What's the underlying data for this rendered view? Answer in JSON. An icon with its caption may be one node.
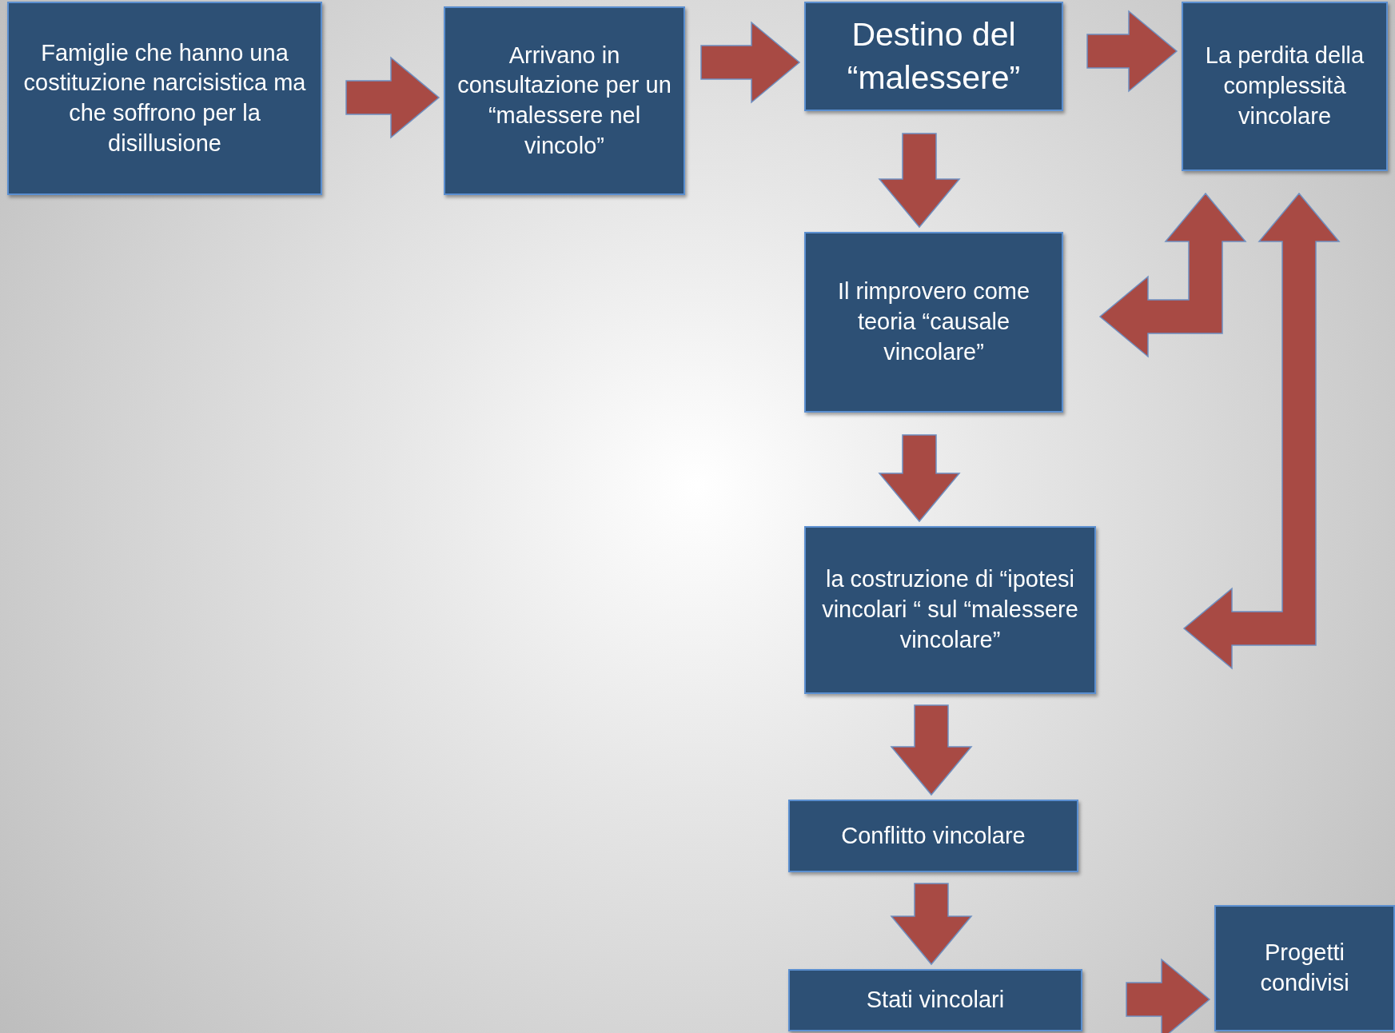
{
  "diagram": {
    "nodes": [
      {
        "text": [
          "Famiglie che hanno una costituzione narcisistica ma che soffrono per la disillusione"
        ]
      },
      {
        "text": [
          "Arrivano in consultazione per un “malessere nel vincolo”"
        ]
      },
      {
        "text": [
          "Destino del “malessere”"
        ]
      },
      {
        "text": [
          "La perdita della complessità vincolare"
        ]
      },
      {
        "text": [
          "Il rimprovero come teoria “causale vincolare”"
        ]
      },
      {
        "text": [
          "la costruzione di “ipotesi vincolari “ sul “malessere vincolare”"
        ]
      },
      {
        "text": [
          "Conflitto vincolare"
        ]
      },
      {
        "text": [
          "Stati vincolari"
        ]
      },
      {
        "text": [
          "Progetti condivisi"
        ]
      }
    ],
    "edges": [
      {
        "from": 0,
        "to": 1,
        "arrow": "to",
        "style": "thick"
      },
      {
        "from": 1,
        "to": 2,
        "arrow": "to",
        "style": "thick"
      },
      {
        "from": 2,
        "to": 3,
        "arrow": "to",
        "style": "thick"
      },
      {
        "from": 2,
        "to": 4,
        "arrow": "to",
        "style": "thick"
      },
      {
        "from": 4,
        "to": 3,
        "arrow": "both",
        "style": "thick"
      },
      {
        "from": 4,
        "to": 5,
        "arrow": "to",
        "style": "thick"
      },
      {
        "from": 5,
        "to": 3,
        "arrow": "both",
        "style": "thick"
      },
      {
        "from": 5,
        "to": 6,
        "arrow": "to",
        "style": "thick"
      },
      {
        "from": 6,
        "to": 7,
        "arrow": "to",
        "style": "thick"
      },
      {
        "from": 7,
        "to": 8,
        "arrow": "to",
        "style": "thick"
      }
    ]
  }
}
